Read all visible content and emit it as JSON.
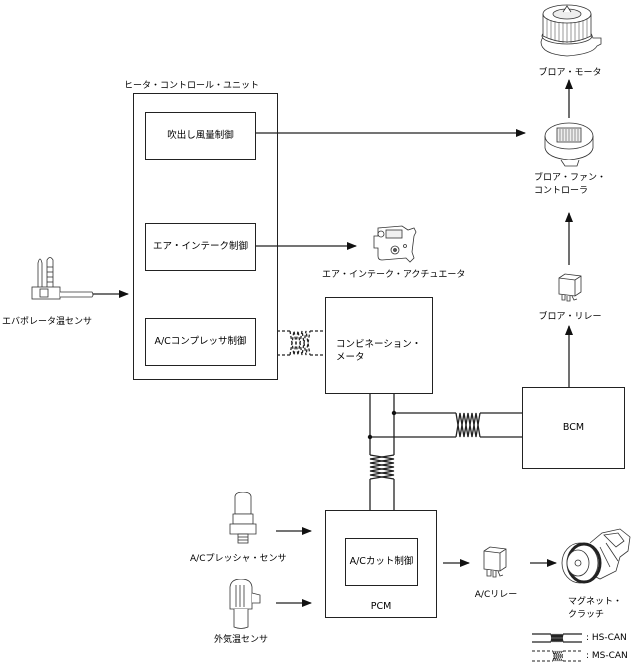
{
  "diagram_title": "Heater control unit blower / A/C control network",
  "heater_control_unit": {
    "title": "ヒータ・コントロール・ユニット",
    "blocks": [
      {
        "id": "blower-volume",
        "label": "吹出し風量制御"
      },
      {
        "id": "air-intake",
        "label": "エア・インテーク制御"
      },
      {
        "id": "ac-compressor",
        "label": "A/Cコンプレッサ制御"
      }
    ]
  },
  "components": {
    "evaporator_sensor": "エバポレータ温センサ",
    "blower_motor": "ブロア・モータ",
    "blower_fan_controller_line1": "ブロア・ファン・",
    "blower_fan_controller_line2": "コントローラ",
    "air_intake_actuator": "エア・インテーク・アクチュエータ",
    "blower_relay": "ブロア・リレー",
    "combination_meter_line1": "コンビネーション・",
    "combination_meter_line2": "メータ",
    "bcm": "BCM",
    "pcm": "PCM",
    "pcm_block": "A/Cカット制御",
    "ac_pressure_sensor": "A/Cプレッシャ・センサ",
    "ambient_temp_sensor": "外気温センサ",
    "ac_relay": "A/Cリレー",
    "magnet_clutch_line1": "マグネット・",
    "magnet_clutch_line2": "クラッチ"
  },
  "legend": {
    "hs_can": ": HS-CAN",
    "ms_can": ": MS-CAN"
  },
  "colors": {
    "line": "#222222",
    "background": "#ffffff"
  }
}
